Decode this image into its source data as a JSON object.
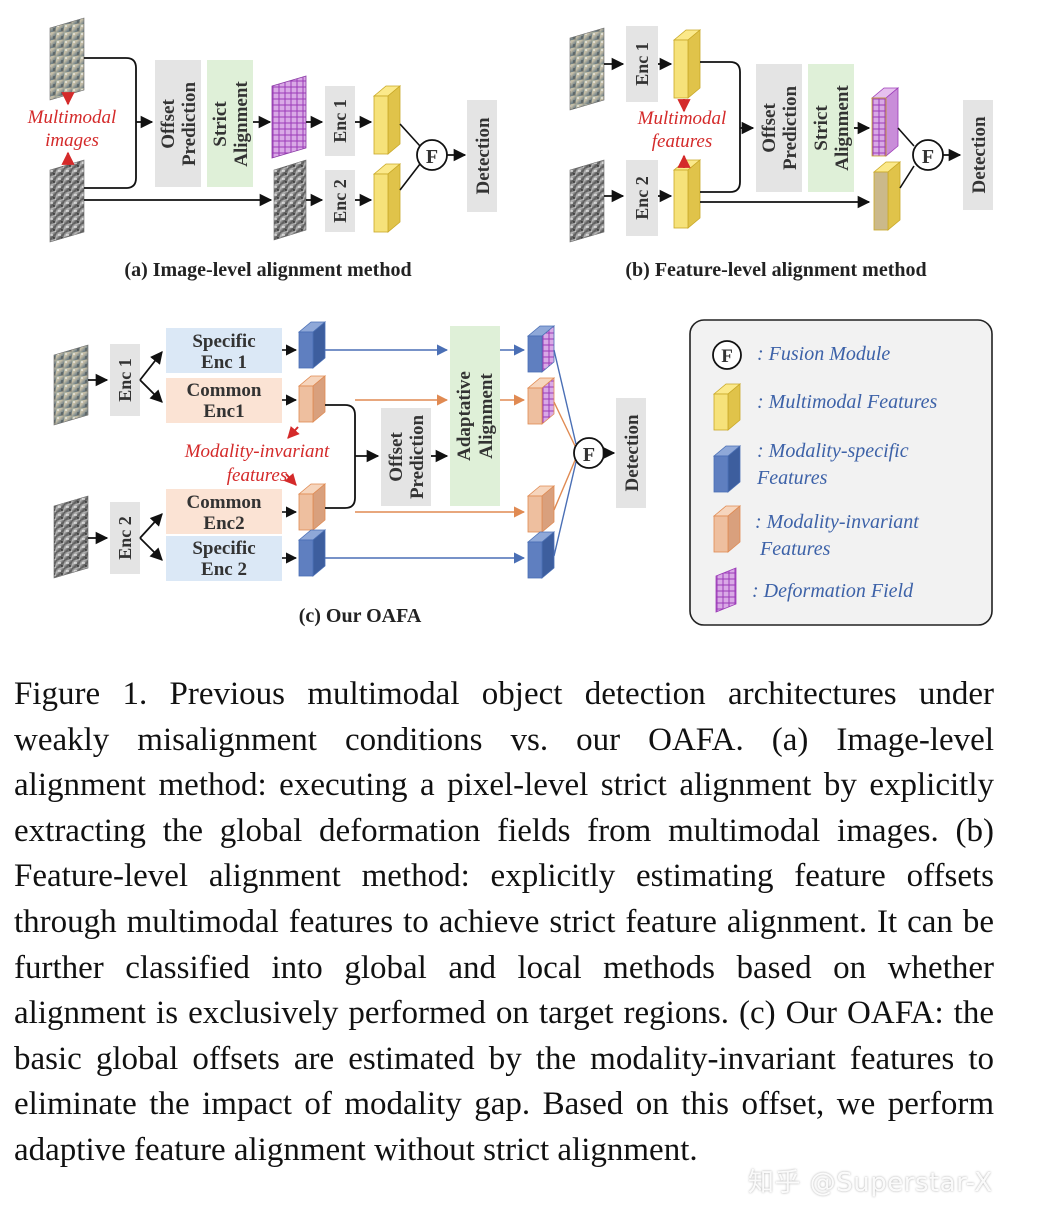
{
  "panel_a": {
    "multimodal_label_1": "Multimodal",
    "multimodal_label_2": "images",
    "offset_prediction_1": "Offset",
    "offset_prediction_2": "Prediction",
    "strict_alignment_1": "Strict",
    "strict_alignment_2": "Alignment",
    "enc1": "Enc 1",
    "enc2": "Enc 2",
    "fusion": "F",
    "detection": "Detection",
    "caption": "(a) Image-level alignment method"
  },
  "panel_b": {
    "enc1": "Enc 1",
    "enc2": "Enc 2",
    "multimodal_label_1": "Multimodal",
    "multimodal_label_2": "features",
    "offset_prediction_1": "Offset",
    "offset_prediction_2": "Prediction",
    "strict_alignment_1": "Strict",
    "strict_alignment_2": "Alignment",
    "fusion": "F",
    "detection": "Detection",
    "caption": "(b) Feature-level alignment method"
  },
  "panel_c": {
    "enc1": "Enc 1",
    "enc2": "Enc 2",
    "specific_enc1_1": "Specific",
    "specific_enc1_2": "Enc 1",
    "common_enc1_1": "Common",
    "common_enc1_2": "Enc1",
    "common_enc2_1": "Common",
    "common_enc2_2": "Enc2",
    "specific_enc2_1": "Specific",
    "specific_enc2_2": "Enc 2",
    "invariant_label_1": "Modality-invariant",
    "invariant_label_2": "features",
    "offset_prediction_1": "Offset",
    "offset_prediction_2": "Prediction",
    "adaptive_alignment_1": "Adaptative",
    "adaptive_alignment_2": "Alignment",
    "fusion": "F",
    "detection": "Detection",
    "caption": "(c) Our OAFA"
  },
  "legend": {
    "fusion_symbol": "F",
    "fusion": ": Fusion Module",
    "multimodal": ": Multimodal Features",
    "specific_1": ": Modality-specific",
    "specific_2": "Features",
    "invariant_1": ": Modality-invariant",
    "invariant_2": "Features",
    "deformation": ": Deformation Field"
  },
  "colors": {
    "gray_box": "#e4e4e4",
    "green_box": "#dff0d8",
    "specific_box": "#dbe8f6",
    "common_box": "#fbe3d4",
    "yellow_feature": "#f6e27a",
    "blue_feature": "#5f7fc0",
    "orange_feature": "#eebf9f",
    "purple_field": "#b25cc8",
    "legend_text": "#3d62a8",
    "red_text": "#d42a2a"
  },
  "caption": "Figure 1. Previous multimodal object detection architectures under weakly misalignment conditions vs. our OAFA. (a) Image-level alignment method: executing a pixel-level strict alignment by explicitly extracting the global deformation fields from multimodal images. (b) Feature-level alignment method: explicitly estimating feature offsets through multimodal features to achieve strict feature alignment. It can be further classified into global and local methods based on whether alignment is exclusively performed on target regions. (c) Our OAFA: the basic global offsets are estimated by the modality-invariant features to eliminate the impact of modality gap. Based on this offset, we perform adaptive feature alignment without strict alignment.",
  "watermark": "知乎 @Superstar-X"
}
